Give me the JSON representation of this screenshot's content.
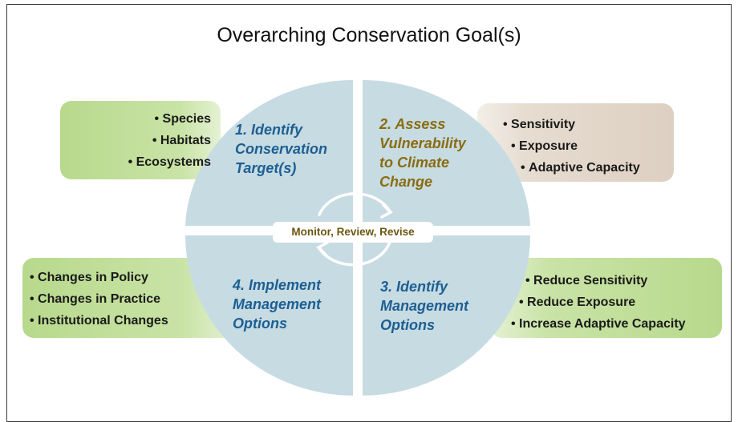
{
  "title": "Overarching Conservation Goal(s)",
  "cycle_label": "Monitor, Review, Revise",
  "quadrants": [
    {
      "lines": [
        "1. Identify",
        "Conservation",
        "Target(s)"
      ]
    },
    {
      "lines": [
        "2. Assess",
        "Vulnerability",
        "to Climate",
        "Change"
      ]
    },
    {
      "lines": [
        "3. Identify",
        "Management",
        "Options"
      ]
    },
    {
      "lines": [
        "4. Implement",
        "Management",
        "Options"
      ]
    }
  ],
  "boxes": {
    "targets": [
      "Species",
      "Habitats",
      "Ecosystems"
    ],
    "vulnerability": [
      "Sensitivity",
      "Exposure",
      "Adaptive Capacity"
    ],
    "management": [
      "Reduce Sensitivity",
      "Reduce Exposure",
      "Increase Adaptive Capacity"
    ],
    "implement": [
      "Changes in Policy",
      "Changes in Practice",
      "Institutional Changes"
    ]
  },
  "colors": {
    "circle": "#c7dbe2",
    "green_box": "#b8d98c",
    "tan_box": "#ddd0c2",
    "blue_text": "#1c5f93",
    "olive_text": "#8a6c10"
  }
}
